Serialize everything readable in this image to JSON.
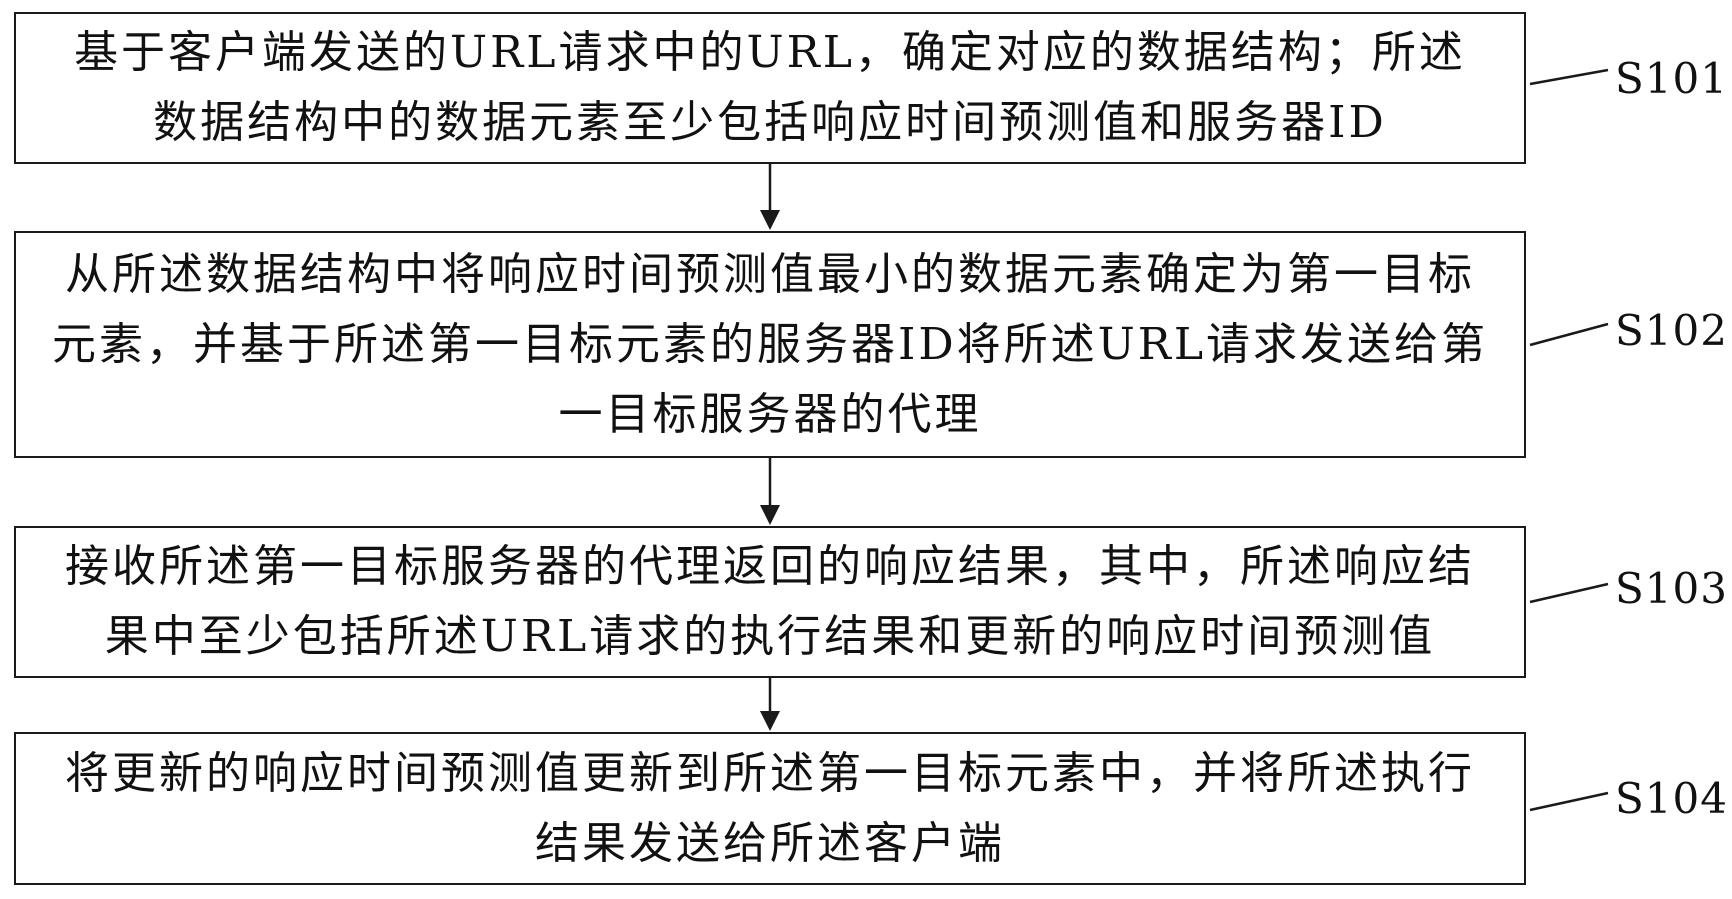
{
  "steps": [
    {
      "id": "S101",
      "text": "基于客户端发送的URL请求中的URL，确定对应的数据结构；所述\n数据结构中的数据元素至少包括响应时间预测值和服务器ID"
    },
    {
      "id": "S102",
      "text": "从所述数据结构中将响应时间预测值最小的数据元素确定为第一目标\n元素，并基于所述第一目标元素的服务器ID将所述URL请求发送给第\n一目标服务器的代理"
    },
    {
      "id": "S103",
      "text": "接收所述第一目标服务器的代理返回的响应结果，其中，所述响应结\n果中至少包括所述URL请求的执行结果和更新的响应时间预测值"
    },
    {
      "id": "S104",
      "text": "将更新的响应时间预测值更新到所述第一目标元素中，并将所述执行\n结果发送给所述客户端"
    }
  ],
  "colors": {
    "line": "#1a1a1a",
    "text": "#111111",
    "background": "#ffffff"
  }
}
